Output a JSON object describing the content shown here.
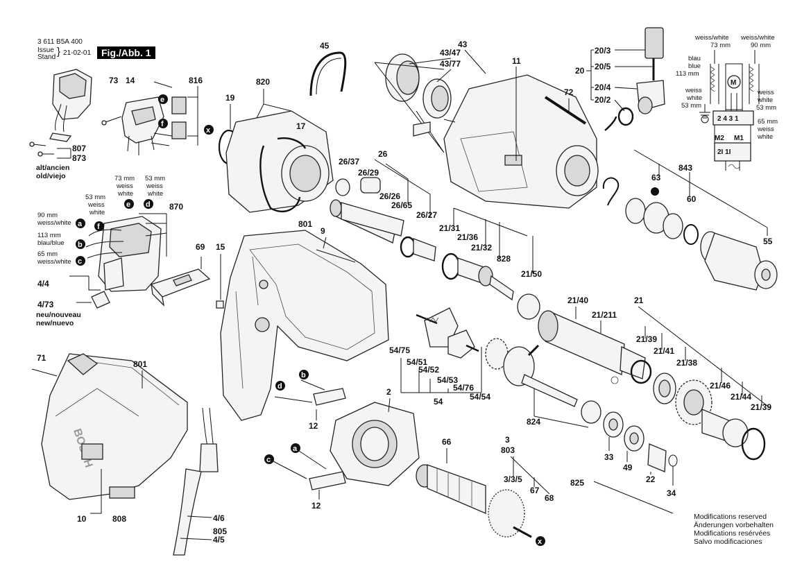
{
  "header": {
    "doc_number": "3 611 B5A 400",
    "issue_label": "Issue",
    "stand_label": "Stand",
    "issue_date": "21-02-01",
    "figure_label": "Fig./Abb. 1"
  },
  "notes": {
    "old_1": "alt/ancien",
    "old_2": "old/viejo",
    "new_1": "neu/nouveau",
    "new_2": "new/nuevo",
    "mod_1": "Modifications reserved",
    "mod_2": "Änderungen vorbehalten",
    "mod_3": "Modifications resérvées",
    "mod_4": "Salvo modificaciones"
  },
  "wire_labels": {
    "w90_1": "90 mm",
    "w90_2": "weiss/white",
    "w113_1": "113 mm",
    "w113_2": "blau/blue",
    "w65_1": "65 mm",
    "w65_2": "weiss/white",
    "we53_1": "53 mm",
    "we53_2": "weiss",
    "we53_3": "white",
    "we73_1": "73 mm",
    "we73_2": "weiss",
    "we73_3": "white",
    "wd53_1": "53 mm",
    "wd53_2": "weiss",
    "wd53_3": "white"
  },
  "schematic": {
    "top_left_1": "weiss/white",
    "top_left_2": "73 mm",
    "top_right_1": "weiss/white",
    "top_right_2": "90 mm",
    "blue_1": "blau",
    "blue_2": "blue",
    "blue_3": "113 mm",
    "left_w_1": "weiss",
    "left_w_2": "white",
    "left_w_3": "53 mm",
    "right_w_1": "weiss",
    "right_w_2": "white",
    "right_w_3": "53 mm",
    "right_65_1": "65 mm",
    "right_65_2": "weiss",
    "right_65_3": "white",
    "motor": "M",
    "terminals": "2 4 3 1",
    "m2": "M2",
    "m1": "M1",
    "bottom": "2I 1I"
  },
  "callouts": {
    "a": "a",
    "b": "b",
    "c": "c",
    "d": "d",
    "e": "e",
    "f": "f",
    "x": "x"
  },
  "parts": {
    "p807": "807",
    "p873": "873",
    "p73": "73",
    "p14": "14",
    "p816": "816",
    "p870": "870",
    "p4_4": "4/4",
    "p4_73": "4/73",
    "p69": "69",
    "p15": "15",
    "p71": "71",
    "p801a": "801",
    "p801b": "801",
    "p10": "10",
    "p808": "808",
    "p4_6": "4/6",
    "p805": "805",
    "p4_5": "4/5",
    "p19": "19",
    "p820": "820",
    "p17": "17",
    "p45": "45",
    "p9": "9",
    "p43": "43",
    "p43_47": "43/47",
    "p43_77": "43/77",
    "p11": "11",
    "p72": "72",
    "p20": "20",
    "p20_3": "20/3",
    "p20_5": "20/5",
    "p20_4": "20/4",
    "p20_2": "20/2",
    "p26_37": "26/37",
    "p26": "26",
    "p26_29": "26/29",
    "p26_26": "26/26",
    "p26_65": "26/65",
    "p26_27": "26/27",
    "p21_31": "21/31",
    "p21_36": "21/36",
    "p21_32": "21/32",
    "p828": "828",
    "p21_50": "21/50",
    "p21_40": "21/40",
    "p21_211": "21/211",
    "p21": "21",
    "p21_39a": "21/39",
    "p21_41": "21/41",
    "p21_38": "21/38",
    "p21_46": "21/46",
    "p21_44": "21/44",
    "p21_39b": "21/39",
    "p843": "843",
    "p63": "63",
    "p60": "60",
    "p55": "55",
    "p54_75": "54/75",
    "p54_51": "54/51",
    "p54_52": "54/52",
    "p54_53": "54/53",
    "p54_76": "54/76",
    "p54_54": "54/54",
    "p54": "54",
    "p2": "2",
    "p12a": "12",
    "p12b": "12",
    "p66": "66",
    "p3": "3",
    "p803": "803",
    "p3_3_5": "3/3/5",
    "p67": "67",
    "p68": "68",
    "p824": "824",
    "p825": "825",
    "p33": "33",
    "p49": "49",
    "p22": "22",
    "p34": "34"
  }
}
